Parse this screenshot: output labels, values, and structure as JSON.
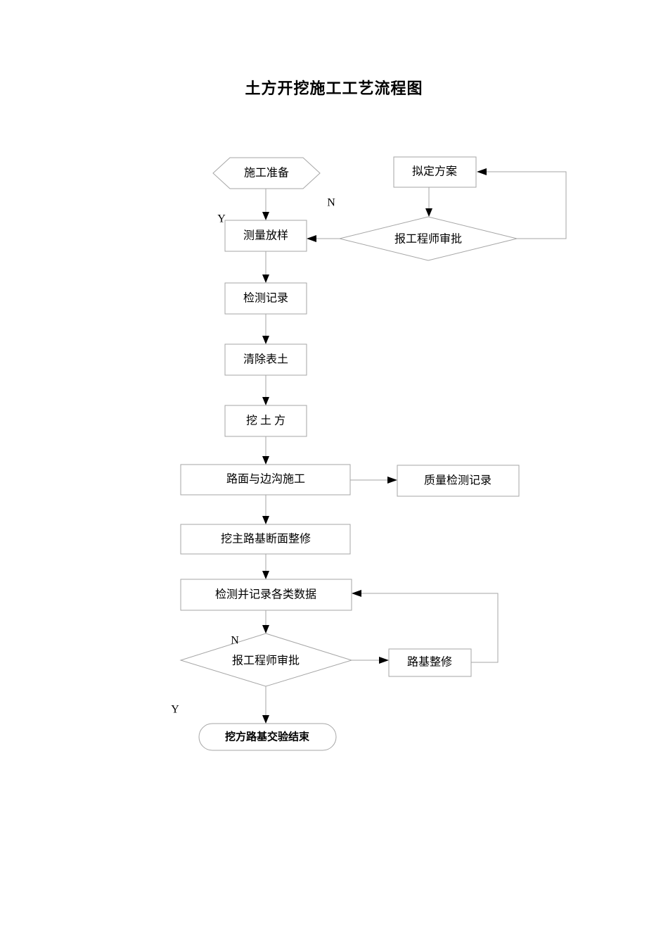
{
  "document": {
    "title": "土方开挖施工工艺流程图"
  },
  "flowchart": {
    "nodes": [
      {
        "id": "prep",
        "label": "施工准备",
        "shape": "hexagon"
      },
      {
        "id": "plan",
        "label": "拟定方案",
        "shape": "rect"
      },
      {
        "id": "approve1",
        "label": "报工程师审批",
        "shape": "diamond"
      },
      {
        "id": "survey",
        "label": "测量放样",
        "shape": "rect"
      },
      {
        "id": "record",
        "label": "检测记录",
        "shape": "rect"
      },
      {
        "id": "clear",
        "label": "清除表土",
        "shape": "rect"
      },
      {
        "id": "excavate",
        "label": "挖 土 方",
        "shape": "rect"
      },
      {
        "id": "road-ditch",
        "label": "路面与边沟施工",
        "shape": "rect"
      },
      {
        "id": "quality",
        "label": "质量检测记录",
        "shape": "rect"
      },
      {
        "id": "subgrade",
        "label": "挖主路基断面整修",
        "shape": "rect"
      },
      {
        "id": "data-record",
        "label": "检测并记录各类数据",
        "shape": "rect"
      },
      {
        "id": "approve2",
        "label": "报工程师审批",
        "shape": "diamond"
      },
      {
        "id": "repair",
        "label": "路基整修",
        "shape": "rect"
      },
      {
        "id": "end",
        "label": "挖方路基交验结束",
        "shape": "terminator"
      }
    ],
    "branch_labels": {
      "approve1_no": "N",
      "approve1_yes": "Y",
      "approve2_no": "N",
      "approve2_yes": "Y"
    },
    "colors": {
      "stroke": "#a6a6a6",
      "arrow": "#000000",
      "text": "#000000",
      "background": "#ffffff"
    }
  }
}
